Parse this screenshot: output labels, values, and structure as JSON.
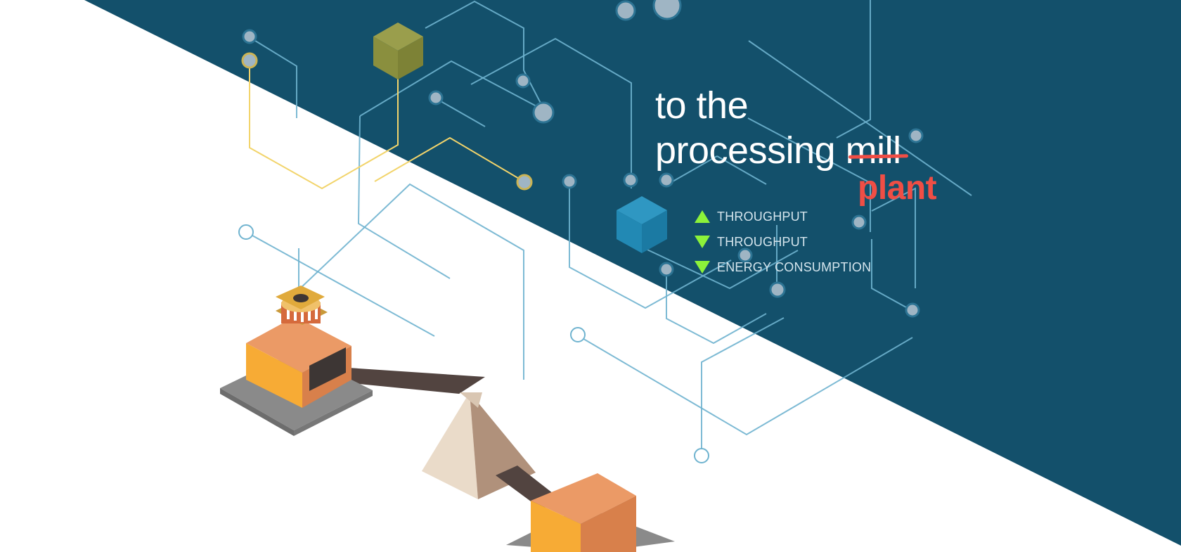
{
  "headline": {
    "line1": "to the",
    "line2_prefix": "processing ",
    "struck_word": "mill",
    "replacement_word": "plant"
  },
  "metrics": [
    {
      "label": "THROUGHPUT",
      "direction": "up",
      "icon": "arrow-up-icon"
    },
    {
      "label": "THROUGHPUT",
      "direction": "down",
      "icon": "arrow-down-icon"
    },
    {
      "label": "ENERGY CONSUMPTION",
      "direction": "down",
      "icon": "arrow-down-icon"
    }
  ],
  "colors": {
    "panel": "#13506b",
    "accent_red": "#f04e45",
    "arrow_green": "#8cf23a",
    "network_line": "#6fb3cf",
    "node_fill": "#9fb5c4",
    "yellow_line": "#f2d46b",
    "crusher_orange": "#f7ab35",
    "crusher_side": "#d8804b",
    "stockpile": "#e9dccb",
    "cube_blue": "#2289b4",
    "cube_olive": "#8a8f3e"
  }
}
